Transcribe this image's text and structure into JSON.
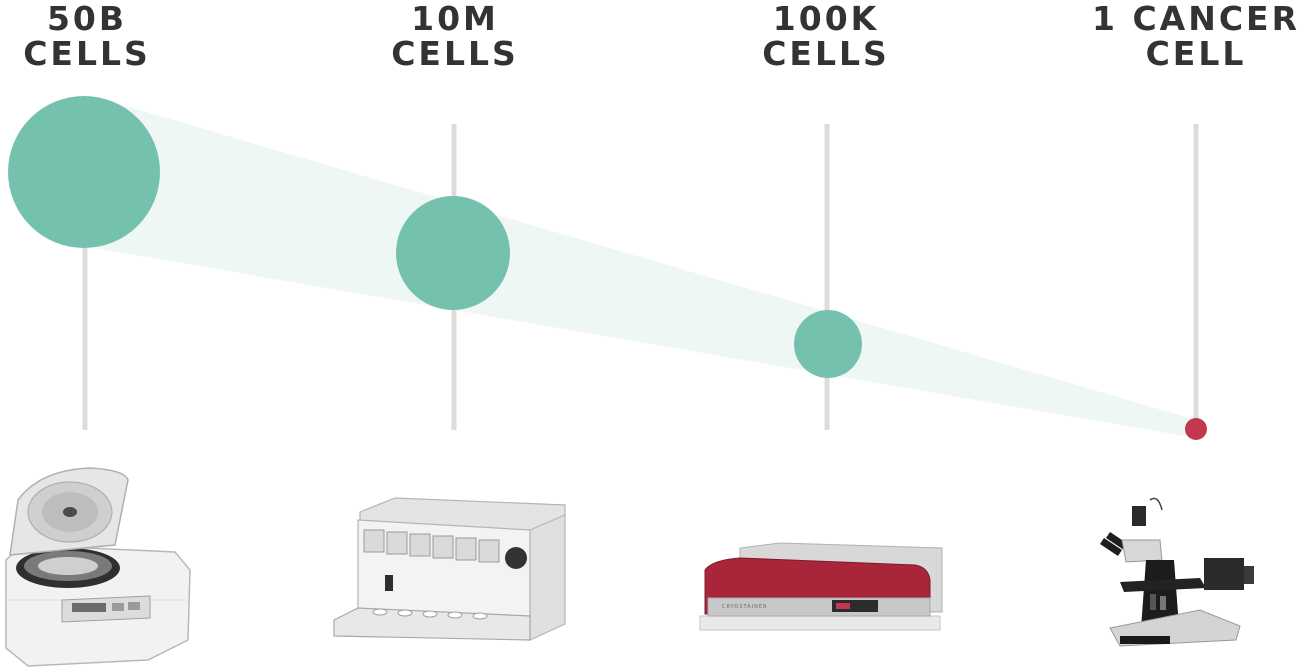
{
  "stages": [
    {
      "line1": "50B",
      "line2": "CELLS",
      "icon": "centrifuge-icon"
    },
    {
      "line1": "10M",
      "line2": "CELLS",
      "icon": "cell-sorter-icon"
    },
    {
      "line1": "100K",
      "line2": "CELLS",
      "icon": "cryostainer-icon"
    },
    {
      "line1": "1 CANCER",
      "line2": "CELL",
      "icon": "microscope-icon"
    }
  ],
  "device_labels": {
    "cryostainer": "CRYOSTAINER"
  },
  "colors": {
    "circle": "#74c2ad",
    "funnel": "#eef7f3",
    "line": "#dcdcdc",
    "cancer_dot": "#c0394f",
    "text": "#333333"
  }
}
